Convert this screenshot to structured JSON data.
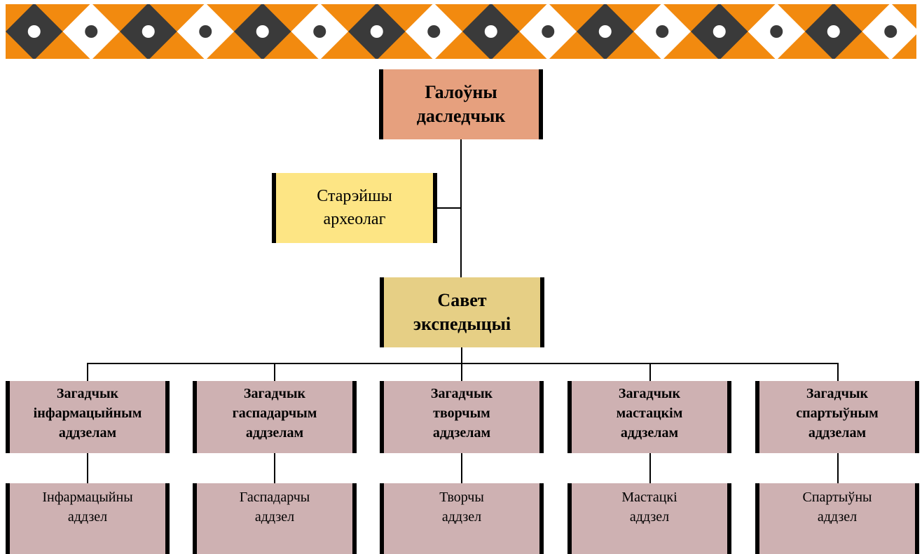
{
  "ornament": {
    "icon": "diamond-pattern",
    "band_color": "#f28a0f",
    "dark_color": "#3a3a3a",
    "light_color": "#ffffff"
  },
  "head": {
    "line1": "Галоўны",
    "line2": "даследчык",
    "color": "#e6a07e"
  },
  "senior": {
    "line1": "Старэйшы",
    "line2": "археолаг",
    "color": "#fde584"
  },
  "council": {
    "line1": "Савет",
    "line2": "экспедыцыі",
    "color": "#e6cf85"
  },
  "directors": [
    {
      "line1": "Загадчык",
      "line2": "інфармацыйным",
      "line3": "аддзелам"
    },
    {
      "line1": "Загадчык",
      "line2": "гаспадарчым",
      "line3": "аддзелам"
    },
    {
      "line1": "Загадчык",
      "line2": "творчым",
      "line3": "аддзелам"
    },
    {
      "line1": "Загадчык",
      "line2": "мастацкім",
      "line3": "аддзелам"
    },
    {
      "line1": "Загадчык",
      "line2": "спартыўным",
      "line3": "аддзелам"
    }
  ],
  "departments": [
    {
      "line1": "Інфармацыйны",
      "line2": "аддзел"
    },
    {
      "line1": "Гаспадарчы",
      "line2": "аддзел"
    },
    {
      "line1": "Творчы",
      "line2": "аддзел"
    },
    {
      "line1": "Мастацкі",
      "line2": "аддзел"
    },
    {
      "line1": "Спартыўны",
      "line2": "аддзел"
    }
  ],
  "unit_color": "#ceb1b2"
}
